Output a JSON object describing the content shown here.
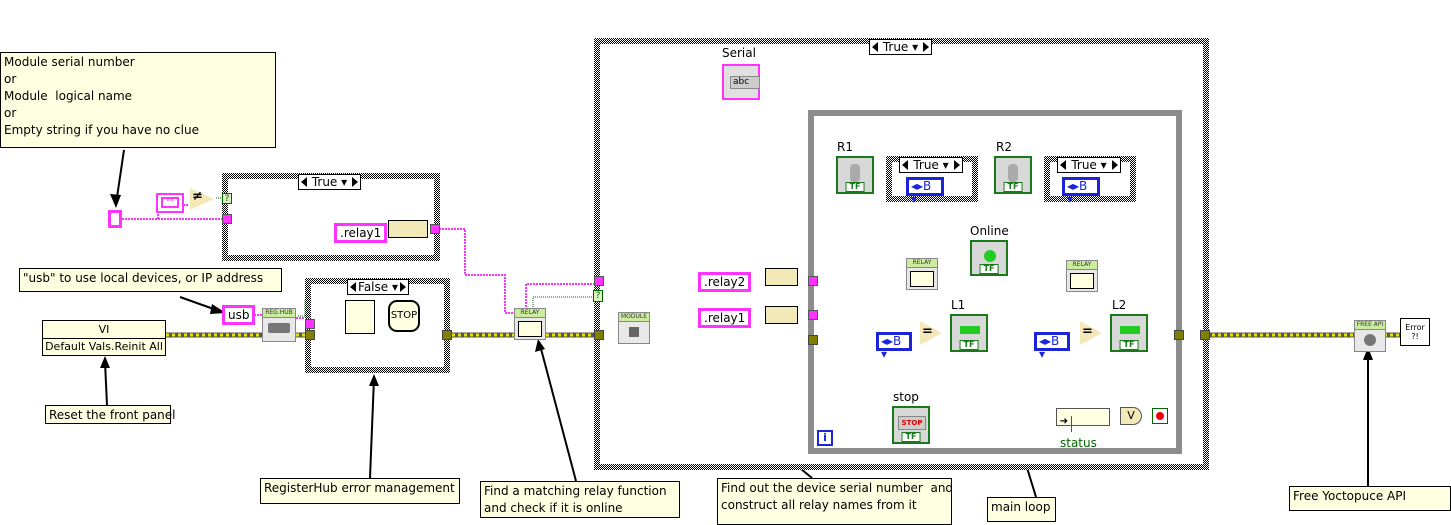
{
  "notes": {
    "module_id": "Module serial number\nor\nModule  logical name\nor\nEmpty string if you have no clue",
    "usb_hint": "\"usb\" to use local devices, or IP address",
    "reset_panel": "Reset the front panel",
    "registerhub_err": "RegisterHub error management",
    "find_relay": "Find a matching relay function\nand check if it is online",
    "find_serial": "Find out the device serial number  and\nconstruct all relay names from it",
    "main_loop": "main loop",
    "free_api": "Free Yoctopuce API"
  },
  "constants": {
    "usb": "usb",
    "relay1_outer": ".relay1",
    "relay2": ".relay2",
    "relay1_inner": ".relay1",
    "empty_string": "\"\""
  },
  "invoke_node": {
    "class": "VI",
    "method": "Default Vals.Reinit All"
  },
  "case_structures": {
    "module_check": "True",
    "register_error": "False",
    "main_case": "True",
    "r1_case": "True",
    "r2_case": "True"
  },
  "subvis": {
    "reg_hub": "REG.HUB",
    "relay_find": "RELAY",
    "module": "MODULE",
    "relay1": "RELAY",
    "relay2": "RELAY",
    "free_api": "FREE API"
  },
  "indicators": {
    "serial": "Serial",
    "serial_value": "abc",
    "online": "Online",
    "l1": "L1",
    "l2": "L2"
  },
  "controls": {
    "r1": "R1",
    "r2": "R2",
    "stop": "stop",
    "stop_button": "STOP"
  },
  "enums": {
    "b": "B"
  },
  "misc": {
    "tf": "TF",
    "status": "status",
    "or_glyph": "V",
    "not_equal": "≠",
    "equal": "=",
    "stop_sign": "STOP",
    "error_dialog": "Error\n?!",
    "loop_iteration": "i",
    "bool_glyph": "?"
  },
  "colors": {
    "string_wire": "#ff33ff",
    "error_wire": "#b5b500",
    "bool_wire": "#006600",
    "enum_wire": "#1b24d6",
    "note_bg": "#ffffe1",
    "loop_border": "#8c8c8c"
  }
}
